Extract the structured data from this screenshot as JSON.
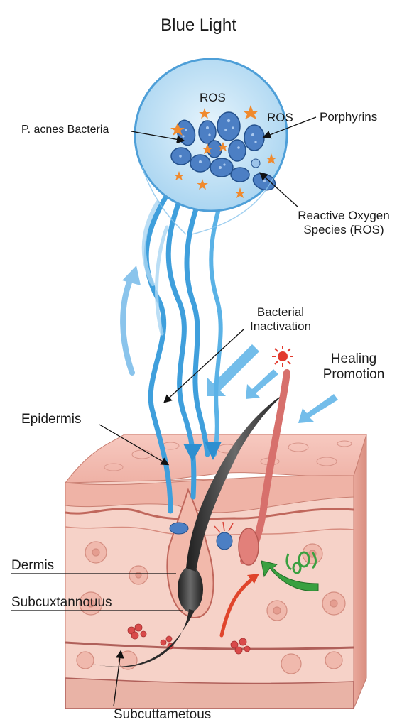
{
  "title": "Blue Light",
  "labels": {
    "ros_1": "ROS",
    "ros_2": "ROS",
    "porphyrins": "Porphyrins",
    "p_acnes": "P. acnes Bacteria",
    "reactive_oxygen": [
      "Reactive Oxygen",
      "Species (ROS)"
    ],
    "bacterial_inactivation": [
      "Bacterial",
      "Inactivation"
    ],
    "healing_promotion": [
      "Healing",
      "Promotion"
    ],
    "epidermis": "Epidermis",
    "dermis": "Dermis",
    "subcuxtannouus": "Subcuxtannouus",
    "subcuttametous": "Subcuttametous"
  },
  "colors": {
    "blue_light": "#3f9fdc",
    "bacteria": "#4c7fc4",
    "ros_star": "#f08a2e",
    "skin_top": "#f2b8ad",
    "dermis": "#f6cfc6",
    "hair": "#333333",
    "gland": "#d9706e",
    "healing_arrow": "#3aa040",
    "blood_arrow": "#e0452c"
  }
}
